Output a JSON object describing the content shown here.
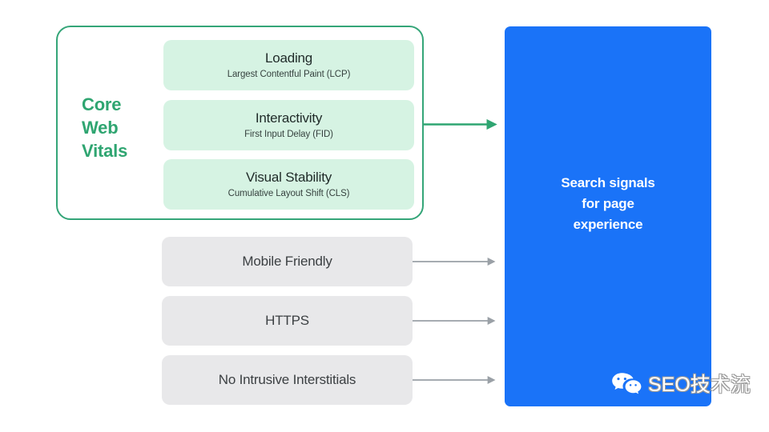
{
  "diagram": {
    "core_web_vitals": {
      "group_label": "Core\nWeb\nVitals",
      "metrics": [
        {
          "title": "Loading",
          "subtitle": "Largest Contentful Paint (LCP)"
        },
        {
          "title": "Interactivity",
          "subtitle": "First Input Delay (FID)"
        },
        {
          "title": "Visual Stability",
          "subtitle": "Cumulative Layout Shift (CLS)"
        }
      ]
    },
    "other_signals": [
      {
        "label": "Mobile Friendly"
      },
      {
        "label": "HTTPS"
      },
      {
        "label": "No Intrusive Interstitials"
      }
    ],
    "outcome": {
      "label": "Search signals\nfor page\nexperience"
    },
    "connectors": [
      {
        "name": "core-web-vitals-arrow",
        "color": "#2fa571"
      },
      {
        "name": "mobile-friendly-arrow",
        "color": "#9aa0a6"
      },
      {
        "name": "https-arrow",
        "color": "#9aa0a6"
      },
      {
        "name": "no-intrusive-interstitials-arrow",
        "color": "#9aa0a6"
      }
    ]
  },
  "watermark": {
    "icon": "wechat-icon",
    "text": "SEO技术流"
  },
  "colors": {
    "green_accent": "#2fa571",
    "green_card": "#d6f3e3",
    "gray_card": "#e8e8ea",
    "blue_panel": "#1a73f8",
    "arrow_gray": "#9aa0a6",
    "text_dark": "#3c4043"
  }
}
